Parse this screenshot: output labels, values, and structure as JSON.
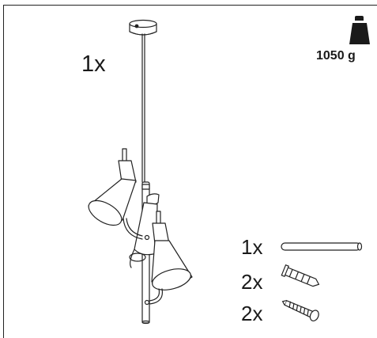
{
  "weight": {
    "icon": "weight-icon",
    "value": "1050 g"
  },
  "main_item": {
    "quantity": "1x",
    "illustration": "pendant-lamp-illustration"
  },
  "parts": [
    {
      "quantity": "1x",
      "icon": "rod-icon"
    },
    {
      "quantity": "2x",
      "icon": "wall-plug-icon"
    },
    {
      "quantity": "2x",
      "icon": "screw-icon"
    }
  ]
}
